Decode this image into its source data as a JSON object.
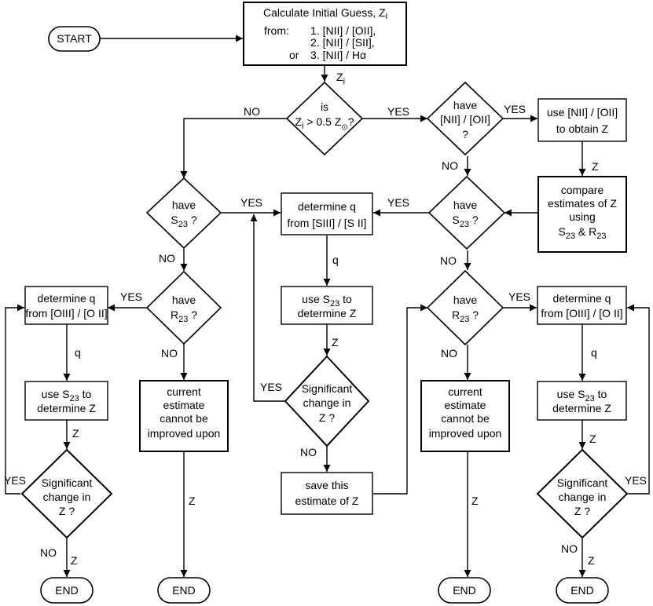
{
  "colors": {
    "stroke": "#000000",
    "background": "#ffffff",
    "text": "#000000"
  },
  "terminals": {
    "start": "START",
    "end": "END"
  },
  "boxes": {
    "calc_title": "Calculate Initial Guess, Z",
    "calc_title_sub": "i",
    "calc_from": "from:",
    "calc_or": "or",
    "calc_opt1": "1. [NII] / [OII],",
    "calc_opt2": "2. [NII] / [SII],",
    "calc_opt3": "3. [NII] / Hα",
    "use_nii_oii_1": "use [NII] / [OII]",
    "use_nii_oii_2": "to obtain Z",
    "compare_1": "compare",
    "compare_2": "estimates of Z",
    "compare_3": "using",
    "compare_4a": "S",
    "compare_4b": "23",
    "compare_4c": " & R",
    "compare_4d": "23",
    "det_q_1": "determine q",
    "det_q_siii": "from [SIII] / [S II]",
    "det_q_oiii": "from [OIII] / [O II]",
    "use_s23_1a": "use S",
    "use_s23_1b": "23",
    "use_s23_1c": " to",
    "use_s23_2": "determine Z",
    "current_1": "current",
    "current_2": "estimate",
    "current_3": "cannot be",
    "current_4": "improved upon",
    "save_1": "save this",
    "save_2": "estimate of Z"
  },
  "decisions": {
    "is": "is",
    "zi_a": "Z",
    "zi_b": "i",
    "zi_c": " > 0.5 Z",
    "sun": "⊙",
    "have": "have",
    "nii_oii": "[NII] / [OII]",
    "q": "?",
    "s": "S",
    "r": "R",
    "sub23": "23",
    "qmark_sp": " ?",
    "significant": "Significant",
    "change_in": "change in",
    "z_q": "Z ?"
  },
  "labels": {
    "yes": "YES",
    "no": "NO",
    "z": "Z",
    "zi_a": "Z",
    "zi_b": "i",
    "q": "q"
  }
}
